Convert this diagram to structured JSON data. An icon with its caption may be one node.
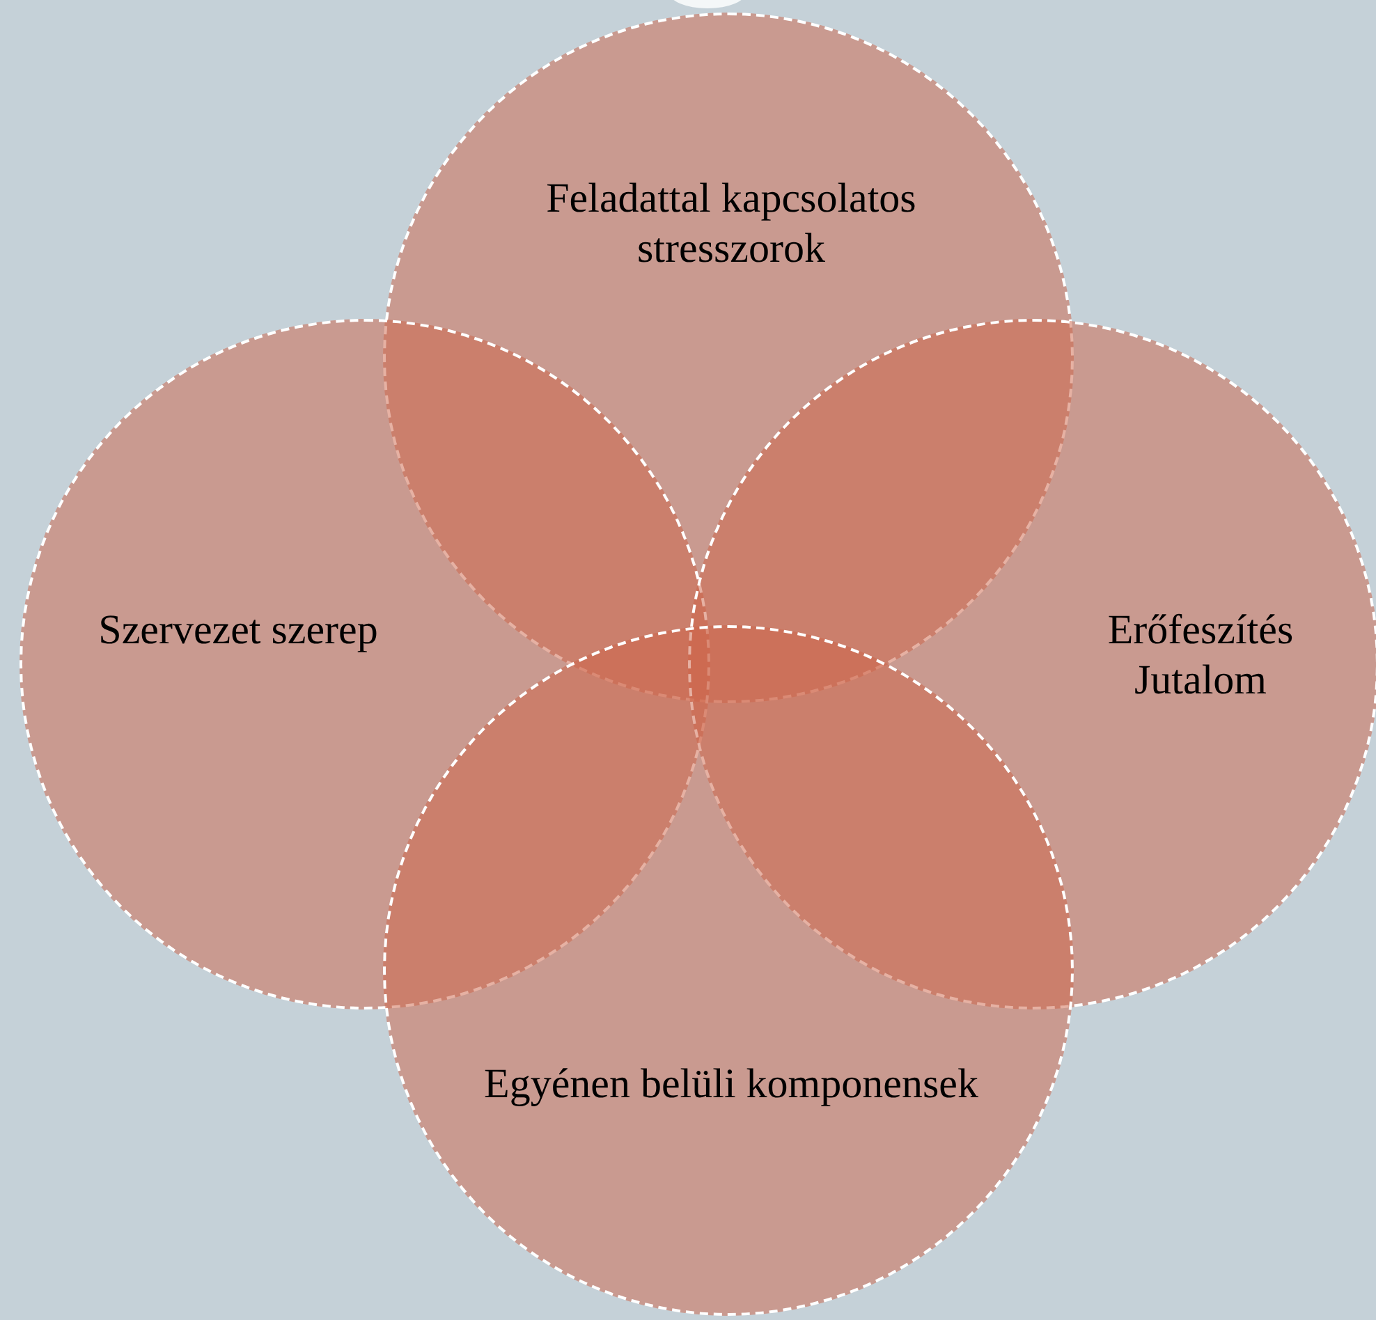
{
  "diagram": {
    "nodes": [
      {
        "text": [
          "Feladattal kapcsolatos stresszorok"
        ]
      },
      {
        "text": [
          "Szervezet szerep"
        ]
      },
      {
        "text": [
          "Erőfeszítés Jutalom"
        ]
      },
      {
        "text": [
          "Egyénen belüli komponensek"
        ]
      }
    ]
  }
}
